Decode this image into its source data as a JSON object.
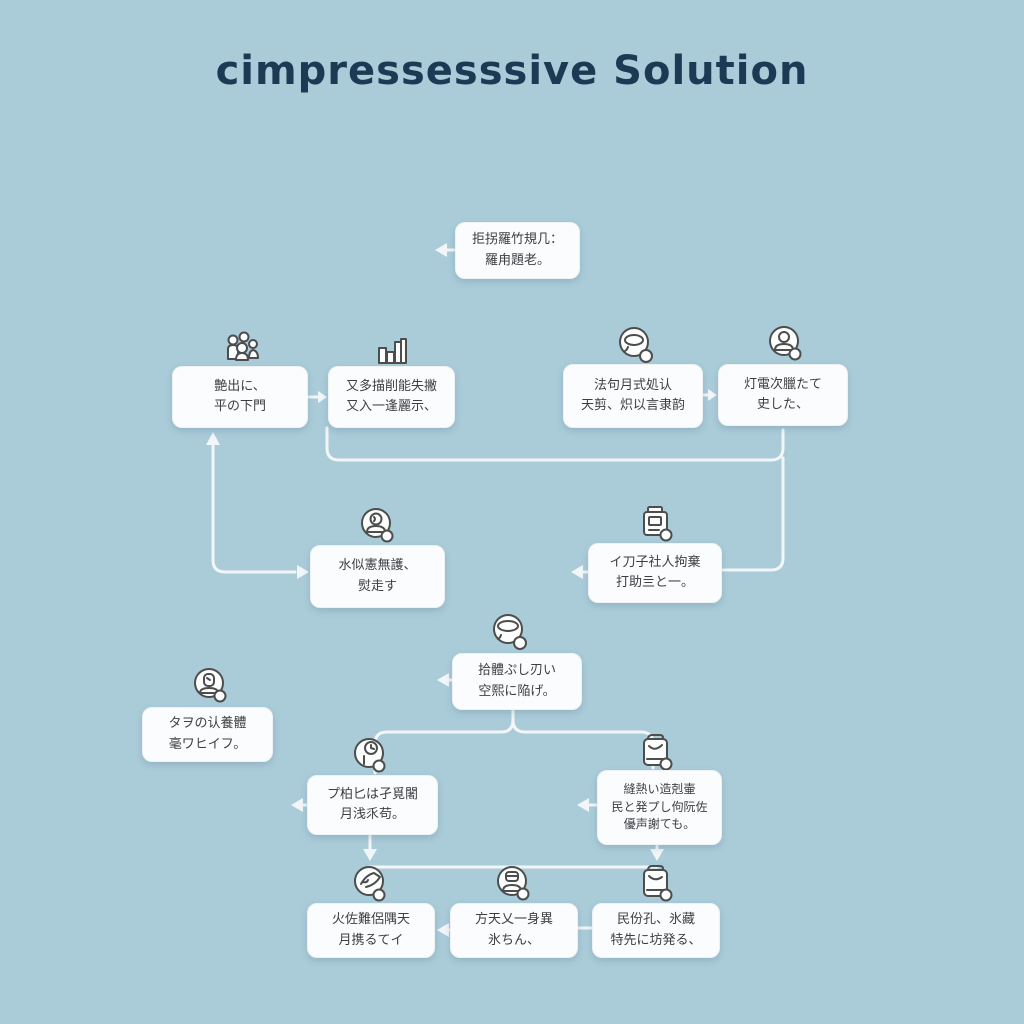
{
  "title": "cimpressesssive Solution",
  "colors": {
    "background": "#aaccd9",
    "box_fill": "#fbfcfd",
    "box_text": "#3c3e42",
    "title_text": "#1d3a55",
    "connector": "#f2f6f8",
    "icon_stroke": "#4d4d4d"
  },
  "icons": {
    "top": null,
    "r1b1": "people-group-icon",
    "r1b2": "bar-chart-icon",
    "r1b3": "chat-bubble-icon",
    "r1b4": "person-icon",
    "mid_left": "person-icon",
    "mid_right": "printer-icon",
    "center": "chat-bubble-icon",
    "side_left": "person-icon",
    "low_left": "clock-person-icon",
    "low_right": "bag-icon",
    "bot_left": "person-pencil-icon",
    "bot_center": "person-cap-icon",
    "bot_right": "bag-icon"
  },
  "nodes": {
    "top": {
      "line1": "拒拐羅竹規几：",
      "line2": "羅甪題老。"
    },
    "r1b1": {
      "line1": "艶出に、",
      "line2": "平の下門"
    },
    "r1b2": {
      "line1": "又多描削能失撇",
      "line2": "又入一逢麗示、"
    },
    "r1b3": {
      "line1": "法句月式処认",
      "line2": "天剪、炽以言隶韵"
    },
    "r1b4": {
      "line1": "灯電次臘たて",
      "line2": "史した、"
    },
    "mid_left": {
      "line1": "水似憲無護、",
      "line2": "熨走す"
    },
    "mid_right": {
      "line1": "イ刀子社人拘棄",
      "line2": "打助亖と一。"
    },
    "center": {
      "line1": "拾體ぷし刃い",
      "line2": "空熙に陥げ。"
    },
    "side_left": {
      "line1": "タヲの认養體",
      "line2": "毫ワヒイフ。"
    },
    "low_left": {
      "line1": "プ柏匕は孑覓闍",
      "line2": "月浅乑苟。"
    },
    "low_right": {
      "line1": "縫熱い造剋壷",
      "line2": "民と発プし佝阮佐",
      "line3": "優声謝ても。"
    },
    "bot_left": {
      "line1": "火佐難侶隅天",
      "line2": "月携るてイ"
    },
    "bot_center": {
      "line1": "方天乂一身異",
      "line2": "氷ちん、"
    },
    "bot_right": {
      "line1": "民份孔、氷藏",
      "line2": "特先に坊発る、"
    }
  }
}
